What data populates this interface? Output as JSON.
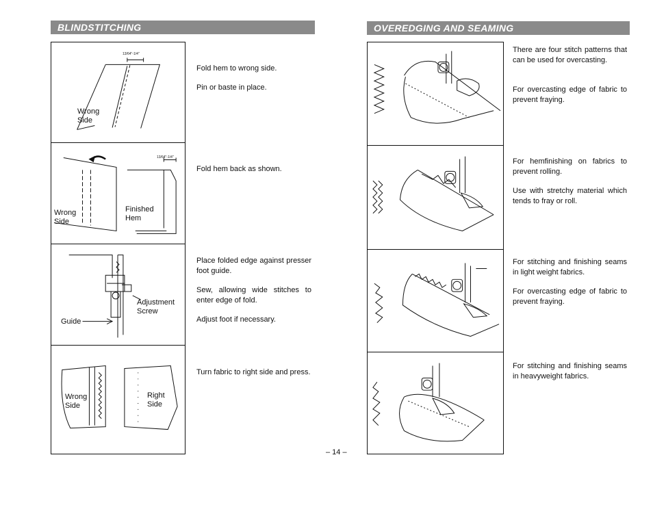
{
  "left": {
    "title": "BLINDSTITCHING",
    "steps": [
      {
        "labels": {
          "measure": "13/64\"-1/4\"",
          "wrong_side": "Wrong\nSide"
        },
        "paragraphs": [
          "Fold hem to wrong side.",
          "Pin or baste in place."
        ]
      },
      {
        "labels": {
          "measure": "13/64\"-1/4\"",
          "wrong_side": "Wrong\nSide",
          "finished_hem": "Finished\nHem"
        },
        "paragraphs": [
          "Fold hem back as shown."
        ]
      },
      {
        "labels": {
          "adjustment_screw": "Adjustment\nScrew",
          "guide": "Guide"
        },
        "paragraphs": [
          "Place folded edge against presser foot guide.",
          "Sew, allowing wide stitches to enter edge of fold.",
          "Adjust foot if necessary."
        ]
      },
      {
        "labels": {
          "wrong_side": "Wrong\nSide",
          "right_side": "Right\nSide"
        },
        "paragraphs": [
          "Turn fabric to right side and press."
        ]
      }
    ]
  },
  "right": {
    "title": "OVEREDGING AND SEAMING",
    "steps": [
      {
        "paragraphs": [
          "There are four stitch patterns that can be used for overcasting.",
          "For overcasting edge of fabric to prevent fraying."
        ]
      },
      {
        "paragraphs": [
          "For hemfinishing on fabrics to prevent rolling.",
          "Use with stretchy material which tends to fray or roll."
        ]
      },
      {
        "paragraphs": [
          "For stitching and finishing seams in light weight fabrics.",
          "For overcasting edge of fabric to prevent fraying."
        ]
      },
      {
        "paragraphs": [
          "For stitching and finishing seams in heavyweight fabrics."
        ]
      }
    ]
  },
  "page_number": "– 14 –"
}
